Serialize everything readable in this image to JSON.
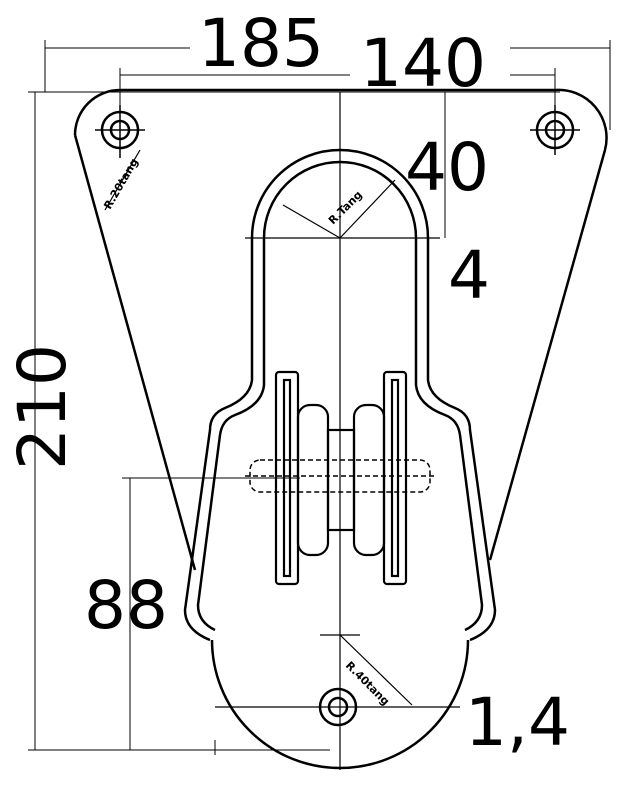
{
  "drawing": {
    "dimensions": {
      "overall_width": "185",
      "hole_spacing": "140",
      "top_to_loop": "40",
      "loop_thickness": "4",
      "overall_height": "210",
      "lower_height": "88",
      "plate_thickness": "1,4"
    },
    "radius_labels": {
      "ear_radius": "R.20tang",
      "loop_radius": "R.Tang",
      "bottom_radius": "R.40tang"
    },
    "colors": {
      "line": "#000000",
      "background": "#ffffff"
    }
  }
}
